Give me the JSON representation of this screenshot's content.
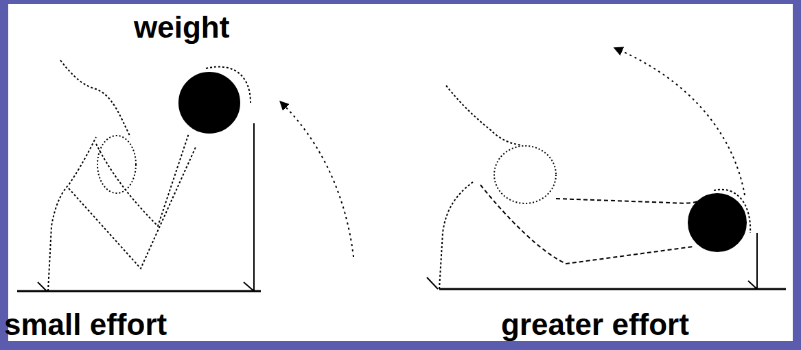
{
  "diagram": {
    "labels": [
      "weight",
      "small effort",
      "greater effort"
    ]
  }
}
